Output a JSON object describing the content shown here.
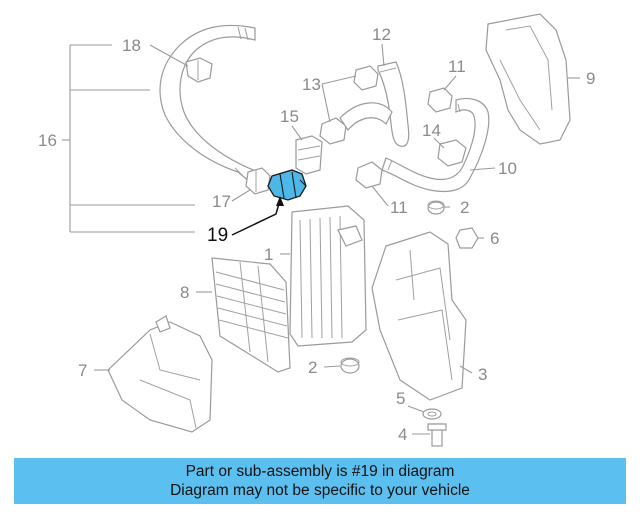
{
  "callouts": {
    "c1": "1",
    "c2a": "2",
    "c2b": "2",
    "c3": "3",
    "c4": "4",
    "c5": "5",
    "c6": "6",
    "c7": "7",
    "c8": "8",
    "c9": "9",
    "c10": "10",
    "c11a": "11",
    "c11b": "11",
    "c12": "12",
    "c13": "13",
    "c14": "14",
    "c15": "15",
    "c16": "16",
    "c17": "17",
    "c18": "18",
    "c19": "19"
  },
  "highlight": {
    "part_number": "19",
    "color": "#4db8e8"
  },
  "banner": {
    "line1": "Part or sub-assembly is #19 in diagram",
    "line2": "Diagram may not be specific to your vehicle",
    "color": "#5bc0f0"
  }
}
